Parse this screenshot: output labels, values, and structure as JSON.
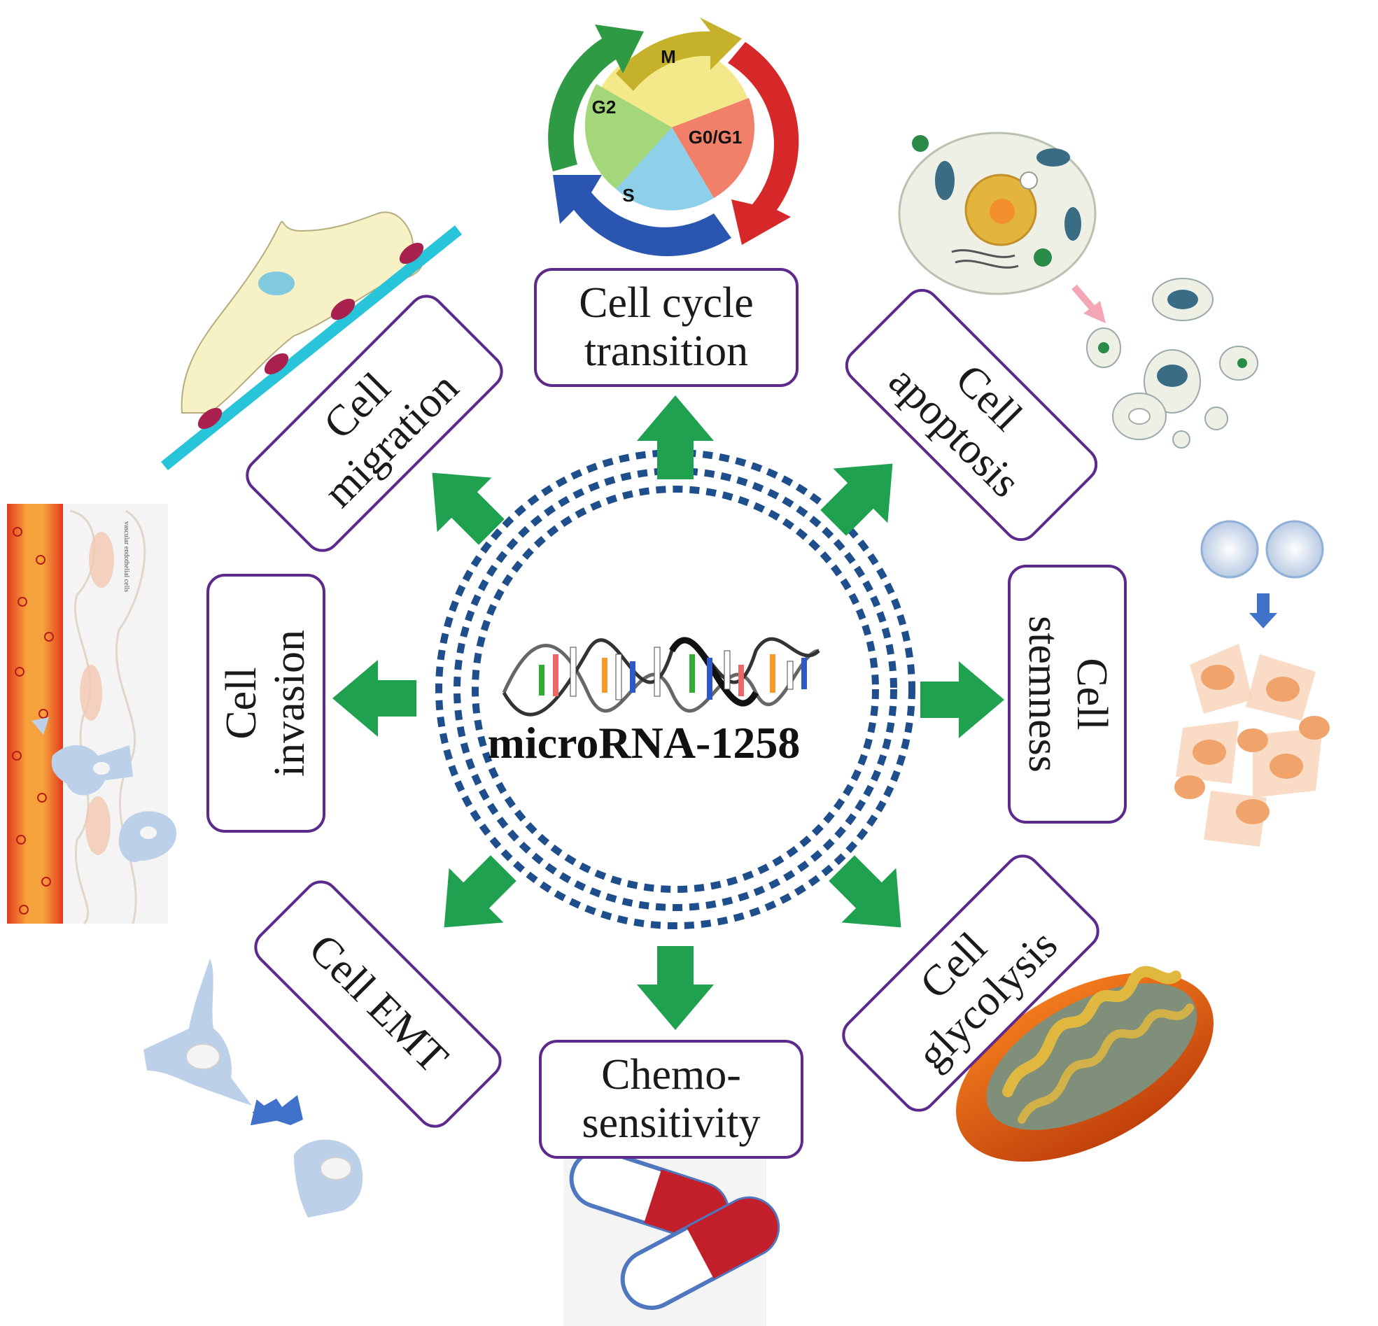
{
  "center": {
    "title": "microRNA-1258"
  },
  "boxes": {
    "cycle": {
      "line1": "Cell cycle",
      "line2": "transition"
    },
    "apoptosis": {
      "line1": "Cell",
      "line2": "apoptosis"
    },
    "stemness": {
      "line1": "Cell",
      "line2": "stemness"
    },
    "glycolysis": {
      "line1": "Cell",
      "line2": "glycolysis"
    },
    "chemo": {
      "line1": "Chemo-",
      "line2": "sensitivity"
    },
    "emt": {
      "line1": "Cell EMT"
    },
    "invasion": {
      "line1": "Cell",
      "line2": "invasion"
    },
    "migration": {
      "line1": "Cell",
      "line2": "migration"
    }
  },
  "cell_cycle_phases": {
    "m": "M",
    "g2": "G2",
    "g0g1": "G0/G1",
    "s": "S"
  },
  "vessel_caption": "vascular endothelial cells",
  "colors": {
    "box_border": "#5b2a8c",
    "arrow": "#1fa150",
    "ring": "#1f4e8c"
  }
}
